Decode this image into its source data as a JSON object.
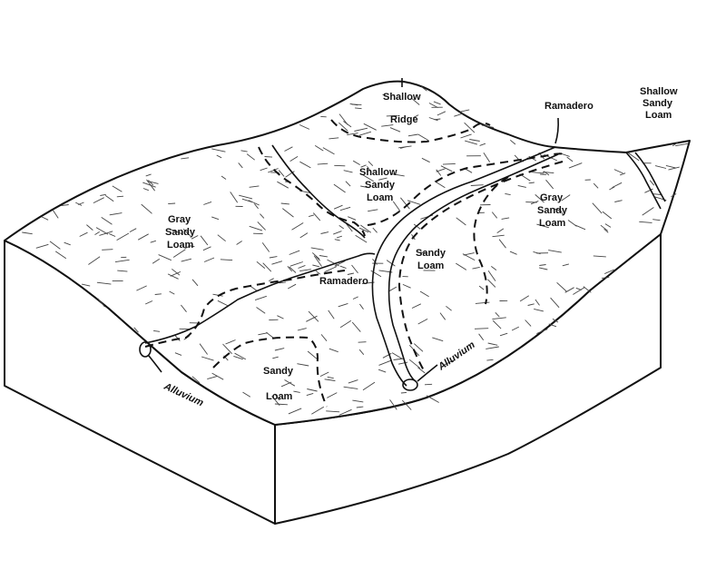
{
  "labels": {
    "shallow_ridge_1": "Shallow",
    "shallow_ridge_2": "Ridge",
    "ramadero_top": "Ramadero",
    "ssl_right_1": "Shallow",
    "ssl_right_2": "Sandy",
    "ssl_right_3": "Loam",
    "ssl_center_1": "Shallow",
    "ssl_center_2": "Sandy",
    "ssl_center_3": "Loam",
    "gsl_left_1": "Gray",
    "gsl_left_2": "Sandy",
    "gsl_left_3": "Loam",
    "gsl_right_1": "Gray",
    "gsl_right_2": "Sandy",
    "gsl_right_3": "Loam",
    "sl_center_1": "Sandy",
    "sl_center_2": "Loam",
    "ramadero_mid": "Ramadero",
    "sl_front_1": "Sandy",
    "sl_front_2": "Loam",
    "alluvium_left": "Alluvium",
    "alluvium_right": "Alluvium"
  }
}
